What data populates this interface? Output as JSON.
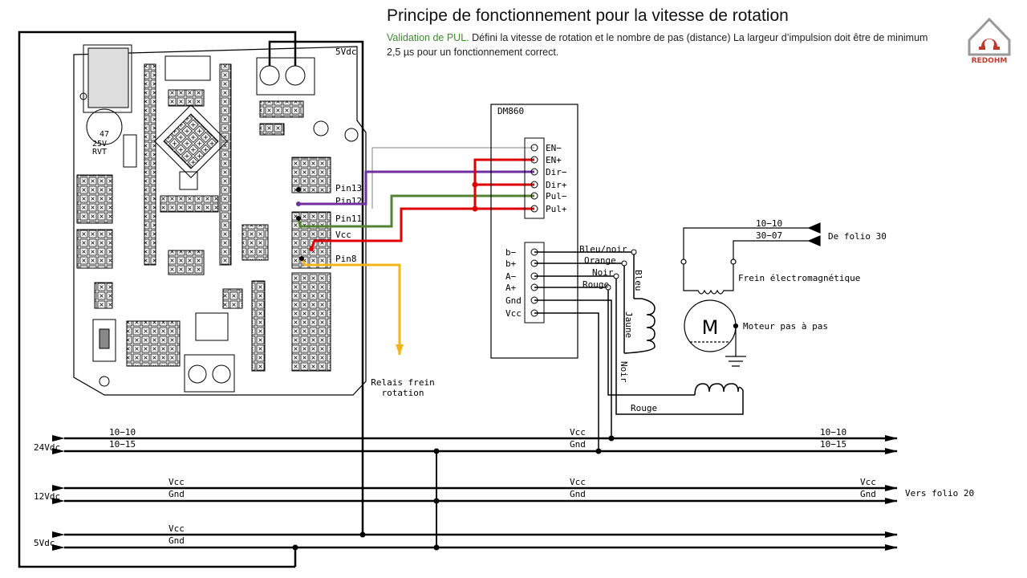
{
  "header": {
    "title": "Principe de fonctionnement pour la vitesse de rotation",
    "subtitle_accent": "Validation de PUL.",
    "subtitle_text": "Défini la vitesse de rotation et le nombre de pas (distance) La largeur d’impulsion doit être de minimum 2,5 µs pour un fonctionnement correct."
  },
  "logo": {
    "text": "REDOHM",
    "color": "#c0392b"
  },
  "colors": {
    "purple": "#7030a0",
    "green": "#548235",
    "red": "#e00000",
    "yellow": "#f2b51b",
    "gray": "#808080"
  },
  "board": {
    "supply_label": "5Vdc",
    "cap_lines": [
      "47",
      "25V",
      "RVT"
    ],
    "pins": [
      "Pin13",
      "Pin12",
      "Pin11",
      "Vcc",
      "Pin8"
    ]
  },
  "relay_label": [
    "Relais frein",
    "rotation"
  ],
  "driver": {
    "name": "DM860",
    "top_terminals": [
      "EN−",
      "EN+",
      "Dir−",
      "Dir+",
      "Pul−",
      "Pul+"
    ],
    "bottom_terminals": [
      "b−",
      "b+",
      "A−",
      "A+",
      "Gnd",
      "Vcc"
    ]
  },
  "motor_wires": [
    "Bleu/noir",
    "Orange",
    "Noir",
    "Rouge"
  ],
  "vertical_wire_labels": [
    "Bleu",
    "Jaune",
    "Noir"
  ],
  "rouge_label": "Rouge",
  "brake": {
    "ref1": "10−10",
    "ref2": "30−07",
    "from": "De folio 30",
    "label": "Frein électromagnétique"
  },
  "motor": {
    "symbol": "M",
    "label": "Moteur pas à pas"
  },
  "buses": [
    {
      "name": "24Vdc",
      "line1": "10−10",
      "line2": "10−15",
      "mid1": "Vcc",
      "mid2": "Gnd",
      "right1": "10−10",
      "right2": "10−15"
    },
    {
      "name": "12Vdc",
      "line1": "Vcc",
      "line2": "Gnd",
      "mid1": "Vcc",
      "mid2": "Gnd",
      "right1": "Vcc",
      "right2": "Gnd"
    },
    {
      "name": "5Vdc",
      "line1": "Vcc",
      "line2": "Gnd"
    }
  ],
  "vers_folio": "Vers folio 20"
}
